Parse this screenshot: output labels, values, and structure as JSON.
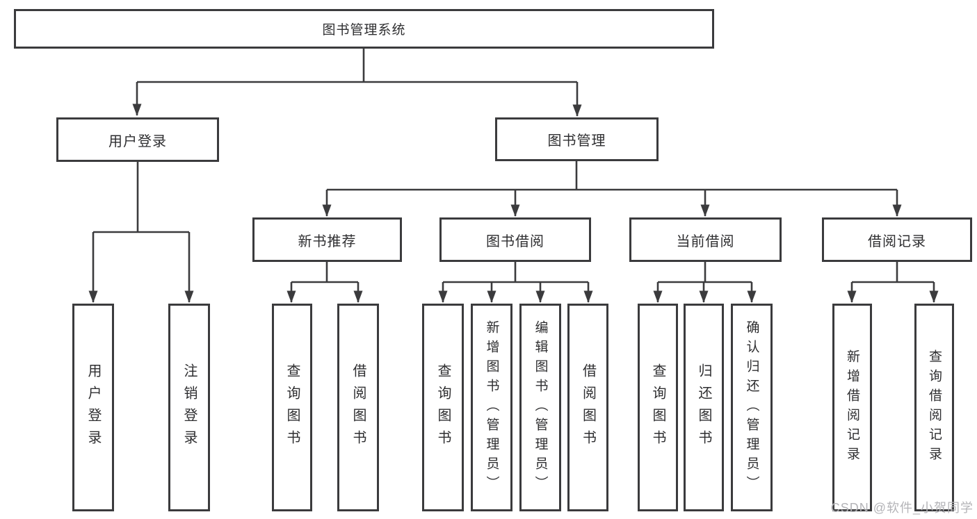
{
  "tree": {
    "label": "图书管理系统",
    "children": [
      {
        "label": "用户登录",
        "children": [
          {
            "label": "用户登录"
          },
          {
            "label": "注销登录"
          }
        ]
      },
      {
        "label": "图书管理",
        "children": [
          {
            "label": "新书推荐",
            "children": [
              {
                "label": "查询图书"
              },
              {
                "label": "借阅图书"
              }
            ]
          },
          {
            "label": "图书借阅",
            "children": [
              {
                "label": "查询图书"
              },
              {
                "label": "新增图书（管理员）"
              },
              {
                "label": "编辑图书（管理员）"
              },
              {
                "label": "借阅图书"
              }
            ]
          },
          {
            "label": "当前借阅",
            "children": [
              {
                "label": "查询图书"
              },
              {
                "label": "归还图书"
              },
              {
                "label": "确认归还（管理员）"
              }
            ]
          },
          {
            "label": "借阅记录",
            "children": [
              {
                "label": "新增借阅记录"
              },
              {
                "label": "查询借阅记录"
              }
            ]
          }
        ]
      }
    ]
  },
  "watermark": "CSDN @软件_小贺同学",
  "colors": {
    "line": "#3b3b3d",
    "text": "#2e2e30",
    "watermark": "#b4b4b8",
    "background": "#ffffff"
  }
}
